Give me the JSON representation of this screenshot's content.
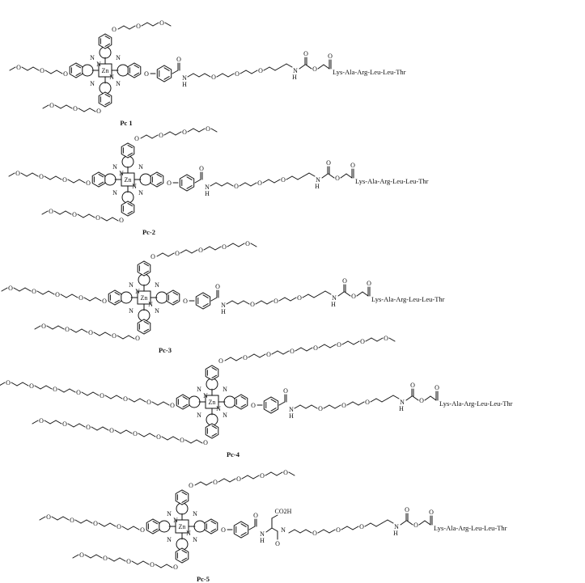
{
  "figure": {
    "compounds": [
      {
        "id": "pc1",
        "label": "Pc 1",
        "peptide": "Lys-Ala-Arg-Leu-Leu-Thr",
        "metal": "Zn",
        "peg_units": 1,
        "asp_linker": false
      },
      {
        "id": "pc2",
        "label": "Pc-2",
        "peptide": "Lys-Ala-Arg-Leu-Leu-Thr",
        "metal": "Zn",
        "peg_units": 2,
        "asp_linker": false
      },
      {
        "id": "pc3",
        "label": "Pc-3",
        "peptide": "Lys-Ala-Arg-Leu-Leu-Thr",
        "metal": "Zn",
        "peg_units": 3,
        "asp_linker": false
      },
      {
        "id": "pc4",
        "label": "Pc-4",
        "peptide": "Lys-Ala-Arg-Leu-Leu-Thr",
        "metal": "Zn",
        "peg_units": 6,
        "asp_linker": false
      },
      {
        "id": "pc5",
        "label": "Pc-5",
        "peptide": "Lys-Ala-Arg-Leu-Leu-Thr",
        "metal": "Zn",
        "peg_units": 3,
        "asp_linker": true,
        "acid_label": "CO2H"
      }
    ],
    "atoms": {
      "nitrogen": "N",
      "oxygen": "O",
      "hydrogen": "H"
    }
  }
}
